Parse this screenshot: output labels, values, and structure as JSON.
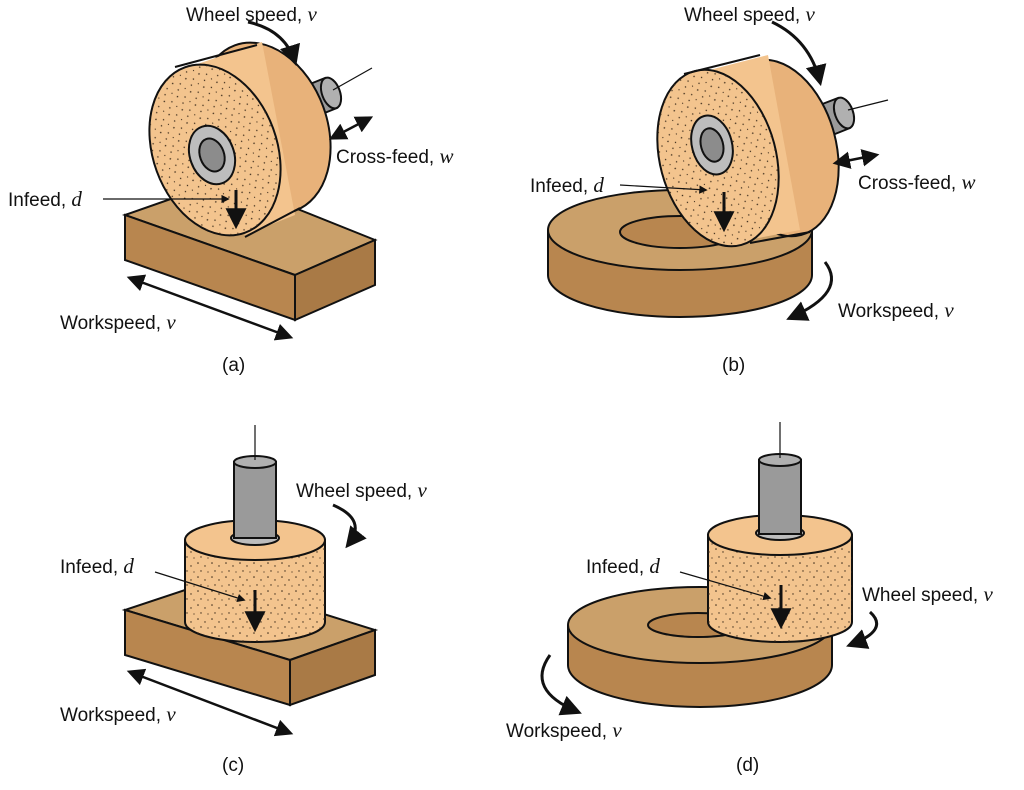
{
  "figure": {
    "panels": [
      {
        "id": "a",
        "caption": "(a)",
        "labels": {
          "wheel_speed": "Wheel speed,",
          "wheel_speed_var": "v",
          "cross_feed": "Cross-feed,",
          "cross_feed_var": "w",
          "infeed": "Infeed,",
          "infeed_var": "d",
          "workspeed": "Workspeed,",
          "workspeed_var": "v"
        }
      },
      {
        "id": "b",
        "caption": "(b)",
        "labels": {
          "wheel_speed": "Wheel speed,",
          "wheel_speed_var": "v",
          "cross_feed": "Cross-feed,",
          "cross_feed_var": "w",
          "infeed": "Infeed,",
          "infeed_var": "d",
          "workspeed": "Workspeed,",
          "workspeed_var": "v"
        }
      },
      {
        "id": "c",
        "caption": "(c)",
        "labels": {
          "wheel_speed": "Wheel speed,",
          "wheel_speed_var": "v",
          "infeed": "Infeed,",
          "infeed_var": "d",
          "workspeed": "Workspeed,",
          "workspeed_var": "v"
        }
      },
      {
        "id": "d",
        "caption": "(d)",
        "labels": {
          "wheel_speed": "Wheel speed,",
          "wheel_speed_var": "v",
          "infeed": "Infeed,",
          "infeed_var": "d",
          "workspeed": "Workspeed,",
          "workspeed_var": "v"
        }
      }
    ],
    "colors": {
      "wheel": "#f3c48e",
      "wheel_rim": "#e8b27a",
      "workpiece_top": "#caa06a",
      "workpiece_side": "#b8864f",
      "spindle": "#9a9a9a",
      "outline": "#111111"
    }
  }
}
